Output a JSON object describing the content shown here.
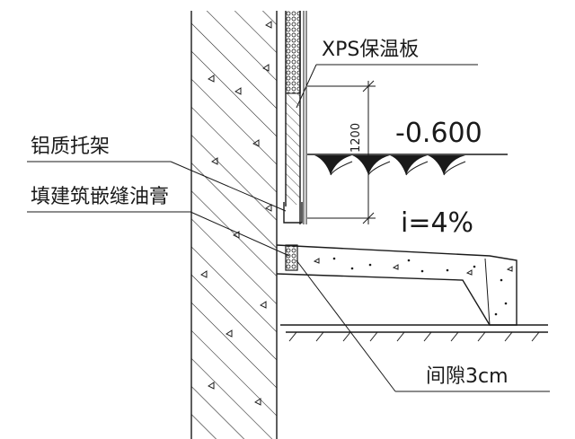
{
  "labels": {
    "insulation": "XPS保温板",
    "bracket": "铝质托架",
    "sealant": "填建筑嵌缝油膏",
    "gap": "间隙3cm",
    "dimension": "1200",
    "elevation": "-0.600",
    "slope": "i=4%"
  }
}
